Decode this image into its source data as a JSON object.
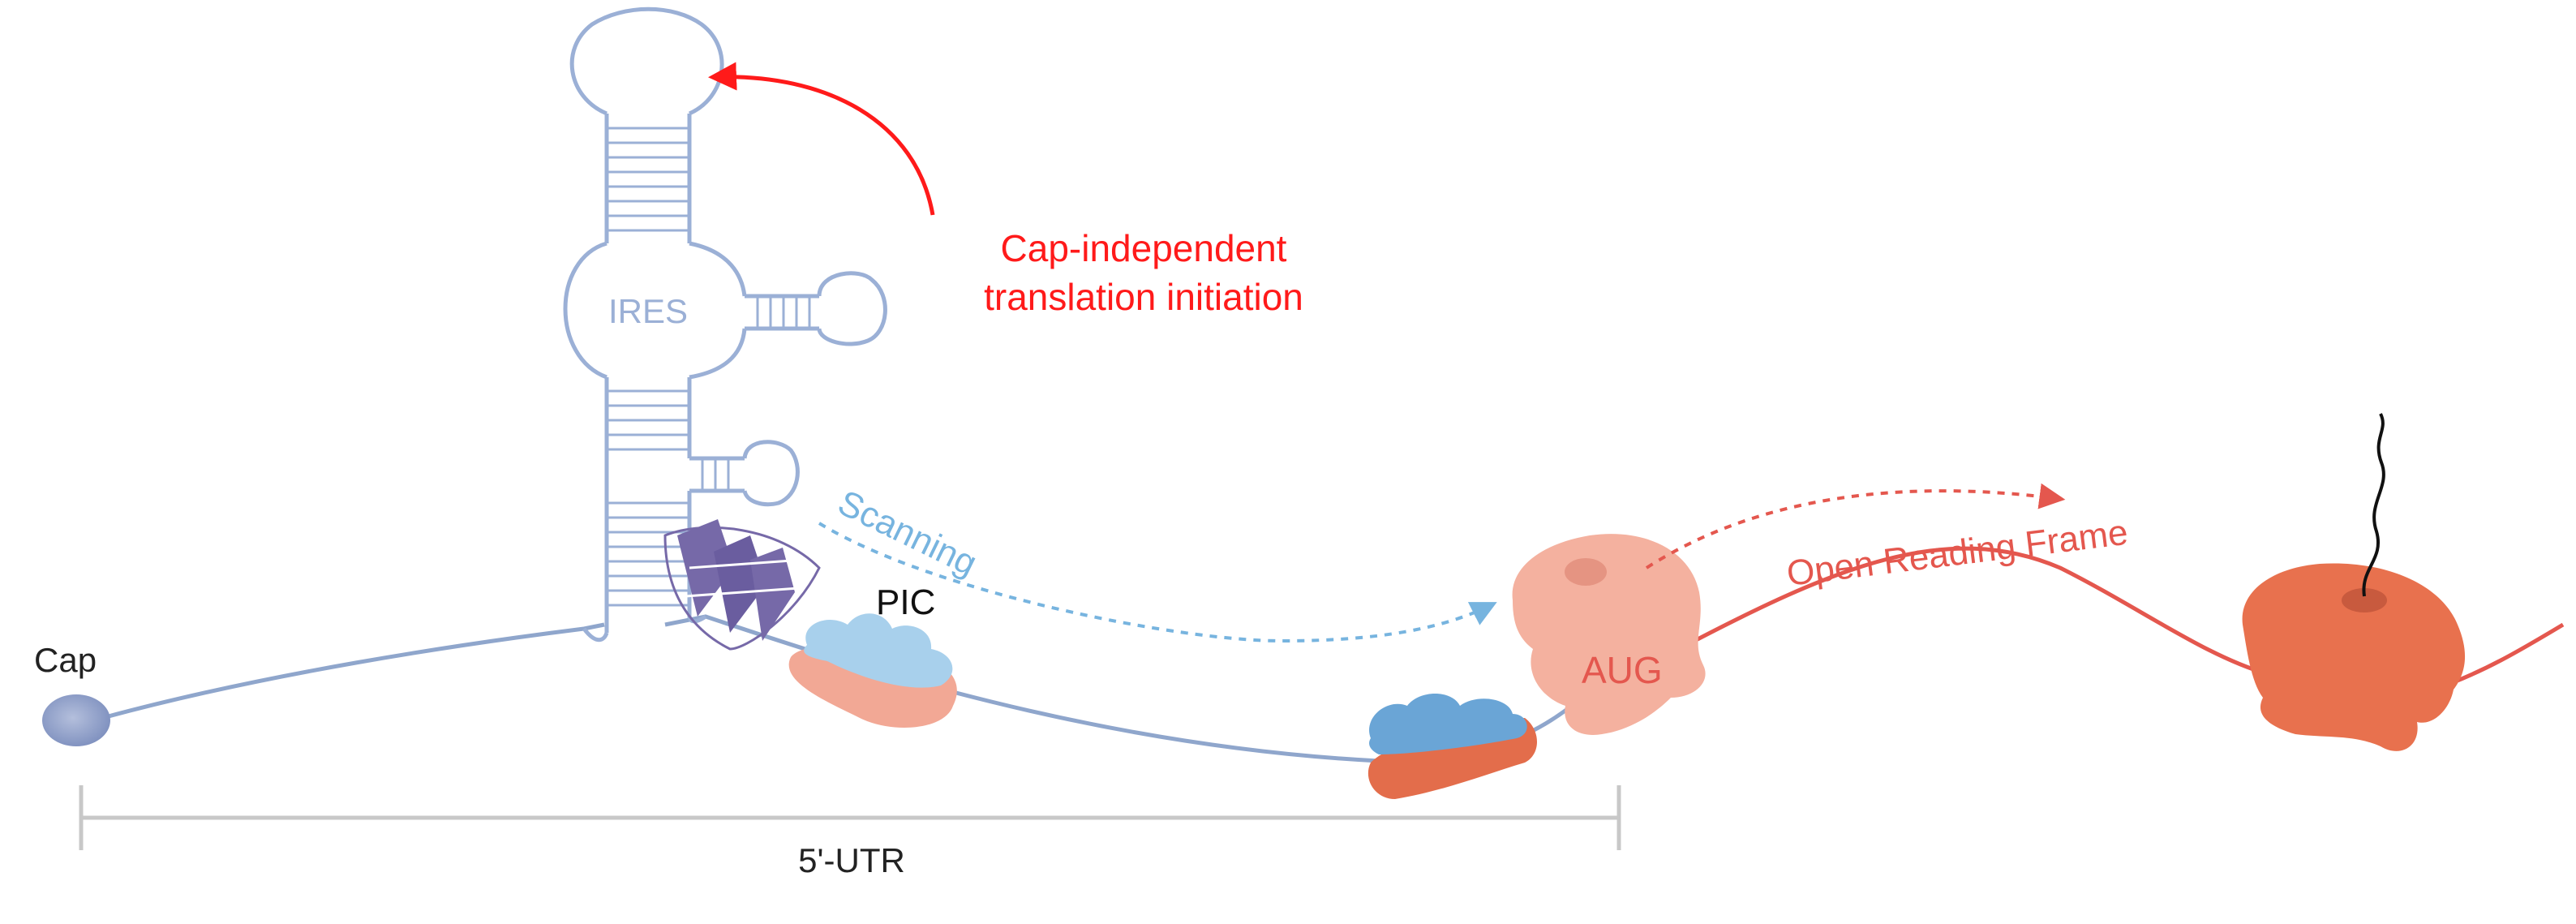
{
  "labels": {
    "cap": "Cap",
    "ires": "IRES",
    "cap_independent_line1": "Cap-independent",
    "cap_independent_line2": "translation initiation",
    "scanning": "Scanning",
    "pic": "PIC",
    "aug": "AUG",
    "orf": "Open Reading Frame",
    "utr": "5'-UTR"
  },
  "colors": {
    "mrna_utr": "#8fa6cc",
    "ires_stroke": "#9bb0d6",
    "red": "#ff1a1a",
    "scan_blue": "#77b4df",
    "salmon": "#f2a895",
    "salmon_light": "#f4b19f",
    "orange": "#e8714e",
    "orange_dark": "#e36d4b",
    "pic_blue": "#a8d0ec",
    "subunit_blue": "#6aa5d6",
    "purple": "#7669a8",
    "cap_fill": "#8d9cc4",
    "utr_bar": "#c8c8c8",
    "orf_line": "#e4574e"
  }
}
